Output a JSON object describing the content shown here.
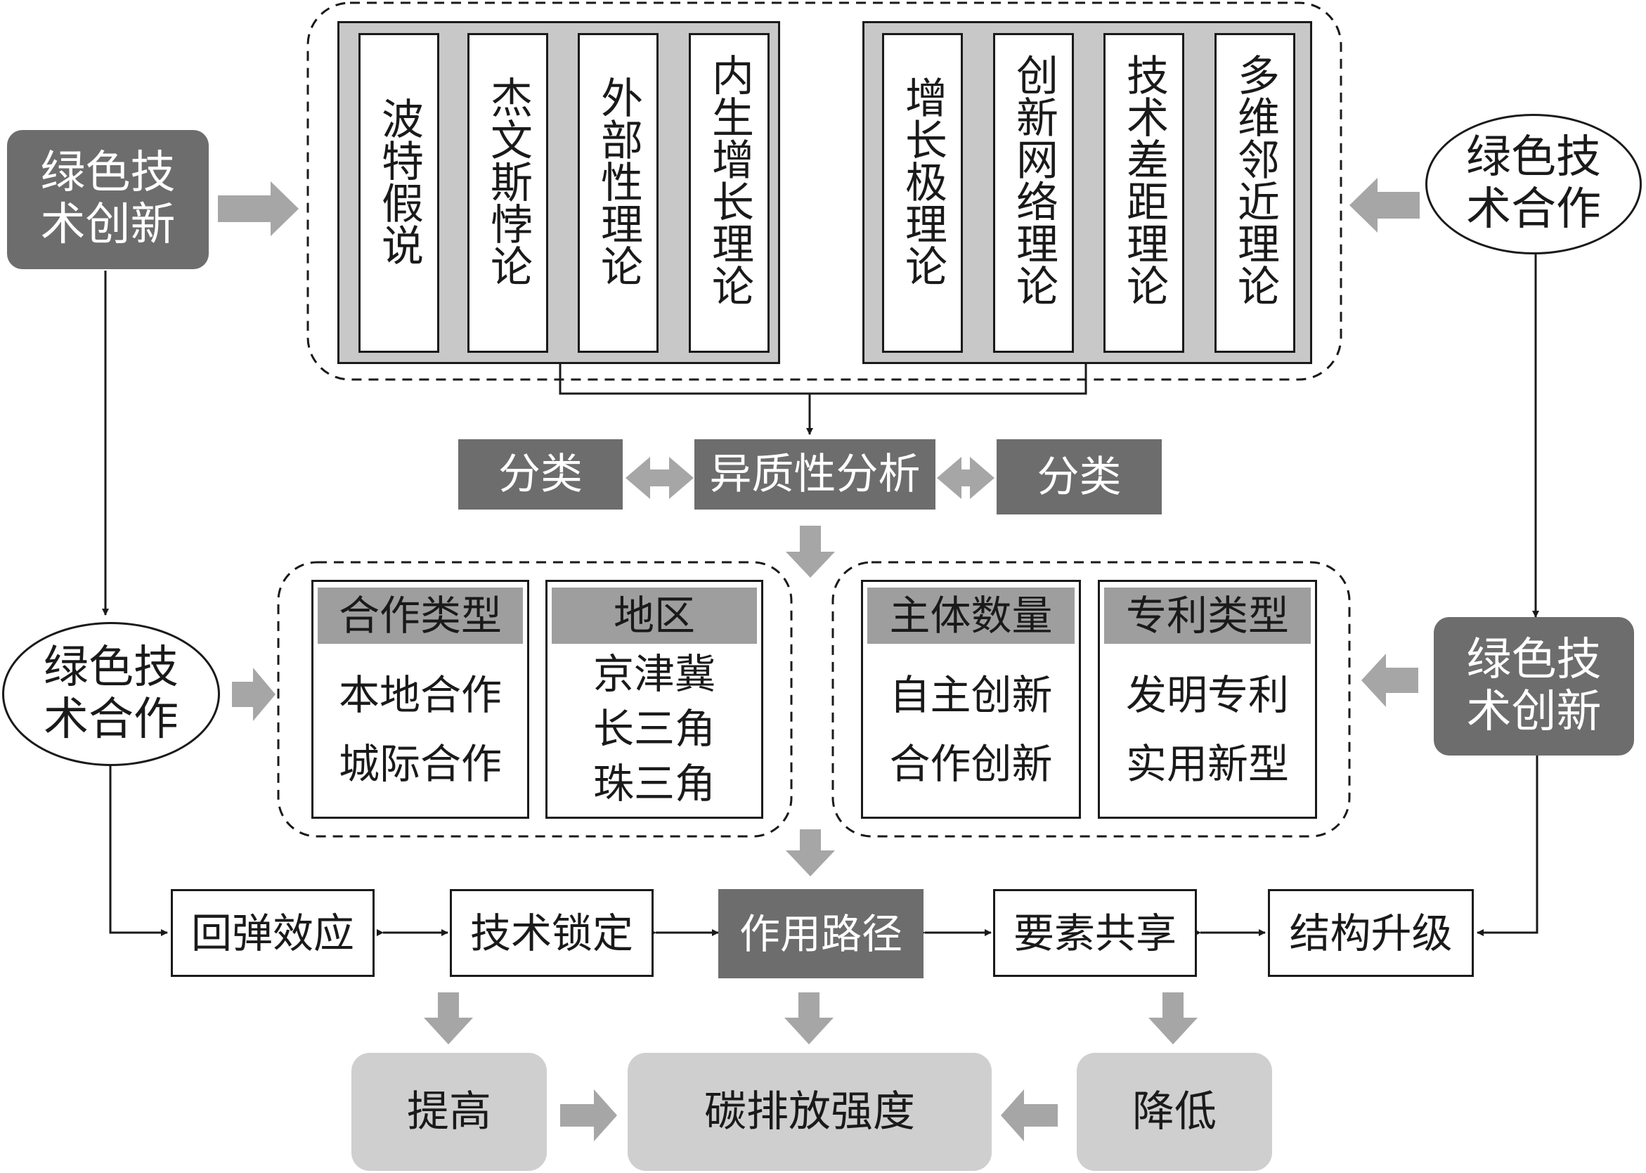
{
  "left_top_source": "绿色技术创新",
  "right_top_source": "绿色技术合作",
  "left_mid_source": "绿色技术合作",
  "right_mid_source": "绿色技术创新",
  "theories_left": [
    "波特假说",
    "杰文斯悖论",
    "外部性理论",
    "内生增长理论"
  ],
  "theories_right": [
    "增长极理论",
    "创新网络理论",
    "技术差距理论",
    "多维邻近理论"
  ],
  "classify_left": "分类",
  "heterogeneity": "异质性分析",
  "classify_right": "分类",
  "categories": [
    {
      "title": "合作类型",
      "items": [
        "本地合作",
        "城际合作"
      ]
    },
    {
      "title": "地区",
      "items": [
        "京津冀",
        "长三角",
        "珠三角"
      ]
    },
    {
      "title": "主体数量",
      "items": [
        "自主创新",
        "合作创新"
      ]
    },
    {
      "title": "专利类型",
      "items": [
        "发明专利",
        "实用新型"
      ]
    }
  ],
  "paths": [
    "回弹效应",
    "技术锁定",
    "作用路径",
    "要素共享",
    "结构升级"
  ],
  "outcome_increase": "提高",
  "outcome_target": "碳排放强度",
  "outcome_decrease": "降低",
  "colors": {
    "dark": "#6d6d6d",
    "medium": "#9e9e9e",
    "light": "#cfcfcf",
    "arrow": "#a6a6a6"
  }
}
